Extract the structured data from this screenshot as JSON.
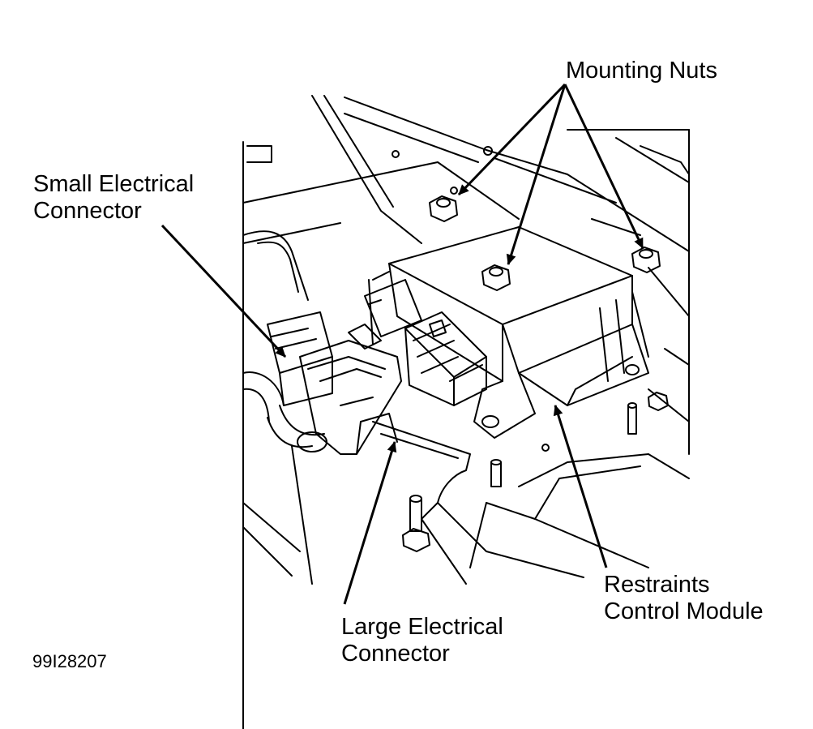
{
  "labels": {
    "mounting_nuts": "Mounting Nuts",
    "small_connector": [
      "Small Electrical",
      "Connector"
    ],
    "large_connector": [
      "Large Electrical",
      "Connector"
    ],
    "module": [
      "Restraints",
      "Control Module"
    ]
  },
  "figure_code": "99I28207",
  "colors": {
    "ink": "#000000",
    "paper": "#ffffff"
  }
}
